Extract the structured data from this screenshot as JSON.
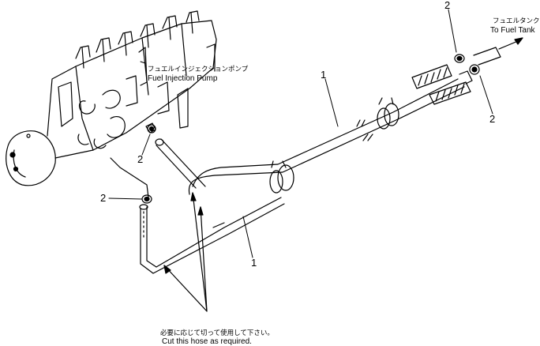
{
  "labels": {
    "fuel_injection_pump_jp": "フュエルインジェクションポンプ",
    "fuel_injection_pump_en": "Fuel Injection Pump",
    "to_fuel_tank_jp": "フュエルタンクへ",
    "to_fuel_tank_en": "To Fuel Tank",
    "hose_note_jp": "必要に応じて切って使用して下さい。",
    "hose_note_en": "Cut this hose as required."
  },
  "callouts": {
    "hose": "1",
    "clamp": "2"
  },
  "colors": {
    "ink": "#000000",
    "paper": "#ffffff"
  }
}
